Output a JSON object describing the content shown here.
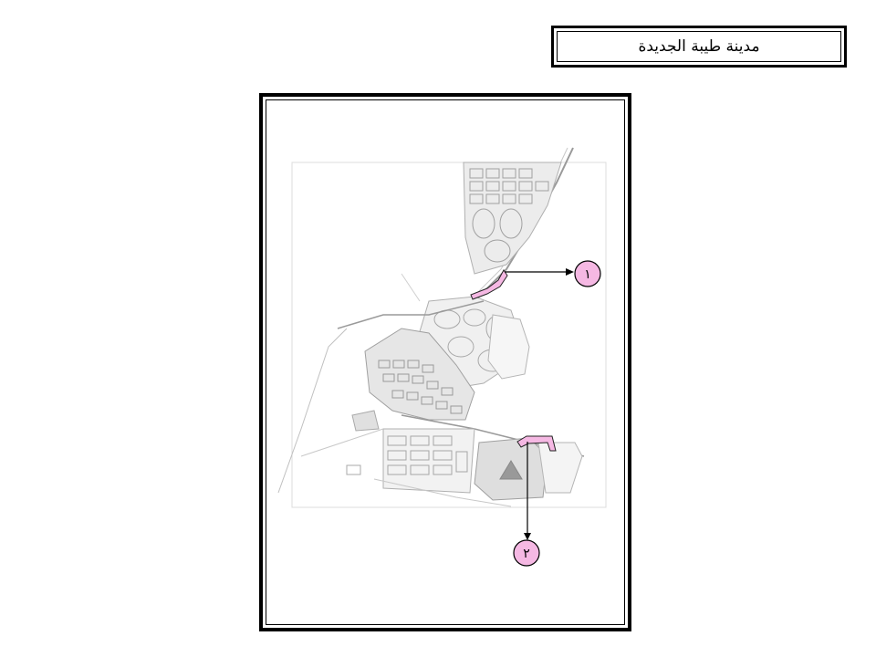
{
  "title": "مدينة طيبة الجديدة",
  "map": {
    "markers": [
      {
        "label": "١"
      },
      {
        "label": "٢"
      }
    ],
    "colors": {
      "highlight": "#f5b8e3",
      "marker_fill": "#f5b8e3",
      "plan_lines": "#bdbdbd"
    }
  }
}
